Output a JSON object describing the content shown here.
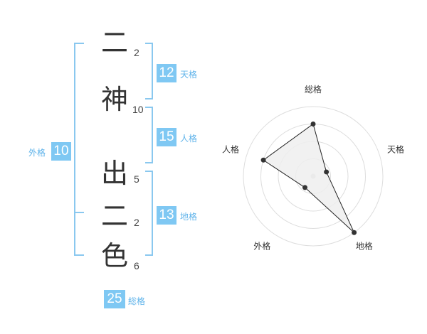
{
  "name": {
    "characters": [
      {
        "char": "二",
        "strokes": "2"
      },
      {
        "char": "神",
        "strokes": "10"
      },
      {
        "char": "出",
        "strokes": "5"
      },
      {
        "char": "二",
        "strokes": "2"
      },
      {
        "char": "色",
        "strokes": "6"
      }
    ]
  },
  "scores": {
    "tenkaku": {
      "label": "天格",
      "value": "12"
    },
    "jinkaku": {
      "label": "人格",
      "value": "15"
    },
    "chikaku": {
      "label": "地格",
      "value": "13"
    },
    "gaikaku": {
      "label": "外格",
      "value": "10"
    },
    "soukaku": {
      "label": "総格",
      "value": "25"
    }
  },
  "chart_data": {
    "type": "radar",
    "axes": [
      "総格",
      "天格",
      "地格",
      "外格",
      "人格"
    ],
    "rings": 4,
    "values": [
      0.75,
      0.2,
      1.0,
      0.2,
      0.75
    ],
    "colors": {
      "fill": "#eeeeee",
      "line": "#222222",
      "grid": "#dddddd",
      "point": "#333333"
    }
  },
  "colors": {
    "accent": "#7fc8f3",
    "bracket": "#8ac8ef"
  }
}
